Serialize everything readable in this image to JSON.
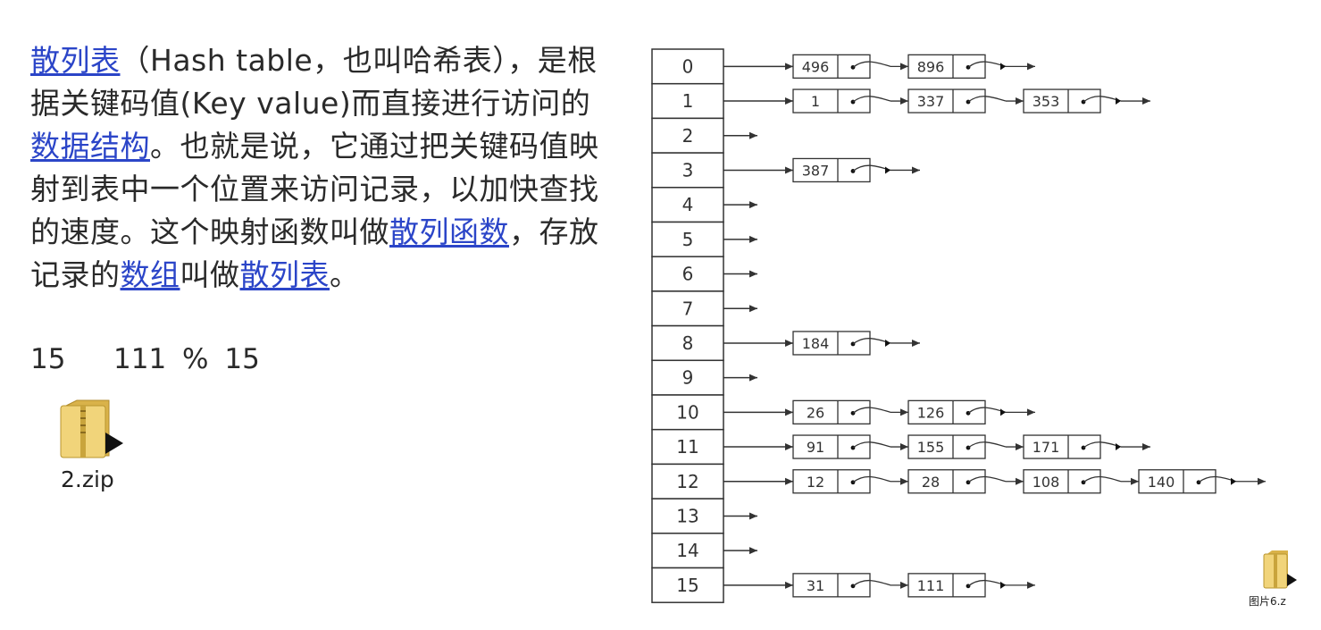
{
  "paragraph": {
    "p1_link": "散列表",
    "p1_text": "（Hash table，也叫哈希表），是根据关键码值(Key value)而直接进行访问的",
    "p2_link": "数据结构",
    "p2_text": "。也就是说，它通过把关键码值映射到表中一个位置来访问记录，以加快查找的速度。这个映射函数叫做",
    "p3_link": "散列函数",
    "p3_text": "，存放记录的",
    "p4_link": "数组",
    "p4_text": "叫做",
    "p5_link": "散列表",
    "p5_text": "。"
  },
  "formula": "15   111 % 15",
  "files": [
    {
      "name": "2.zip",
      "icon": "zip-folder-icon"
    },
    {
      "name": "图片6.z",
      "icon": "zip-folder-icon"
    }
  ],
  "hash_table": {
    "buckets": [
      {
        "index": "0",
        "chain": [
          "496",
          "896"
        ]
      },
      {
        "index": "1",
        "chain": [
          "1",
          "337",
          "353"
        ]
      },
      {
        "index": "2",
        "chain": []
      },
      {
        "index": "3",
        "chain": [
          "387"
        ]
      },
      {
        "index": "4",
        "chain": []
      },
      {
        "index": "5",
        "chain": []
      },
      {
        "index": "6",
        "chain": []
      },
      {
        "index": "7",
        "chain": []
      },
      {
        "index": "8",
        "chain": [
          "184"
        ]
      },
      {
        "index": "9",
        "chain": []
      },
      {
        "index": "10",
        "chain": [
          "26",
          "126"
        ]
      },
      {
        "index": "11",
        "chain": [
          "91",
          "155",
          "171"
        ]
      },
      {
        "index": "12",
        "chain": [
          "12",
          "28",
          "108",
          "140"
        ]
      },
      {
        "index": "13",
        "chain": []
      },
      {
        "index": "14",
        "chain": []
      },
      {
        "index": "15",
        "chain": [
          "31",
          "111"
        ]
      }
    ]
  },
  "colors": {
    "link": "#2b45c8",
    "text": "#2a2a2a",
    "line": "#333333",
    "folder": "#e8c65a"
  }
}
